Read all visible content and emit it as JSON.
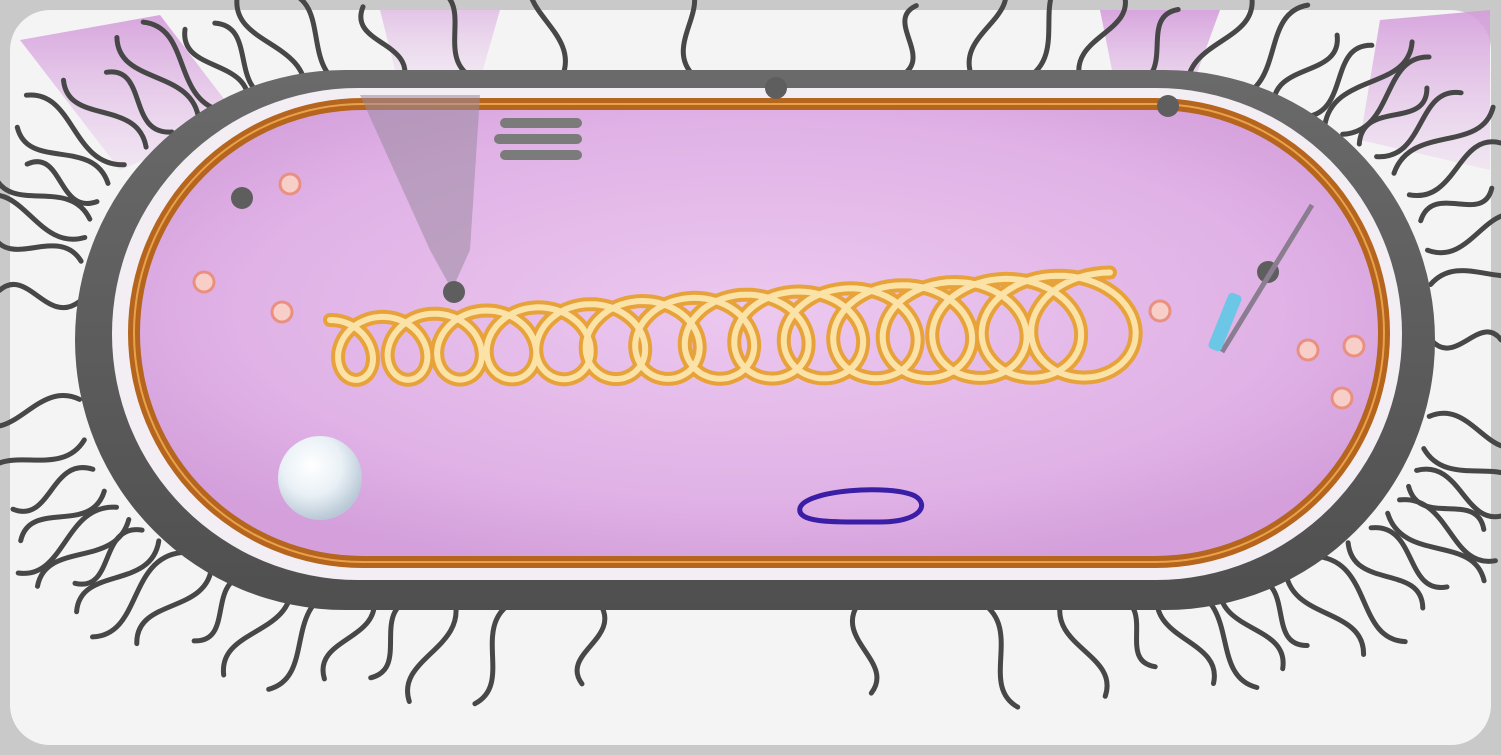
{
  "diagram": {
    "subject": "",
    "components": [
      "pili",
      "cell-wall",
      "cell-membrane",
      "cytoplasm",
      "nucleoid",
      "ribosomes",
      "plasmid",
      "storage-granule",
      "mesosome",
      "membrane-pore"
    ],
    "colors": {
      "backdrop": "#c9c9c9",
      "card": "#f4f4f4",
      "cytoplasm": "#e2b8e8",
      "wall": "#5d5d5d",
      "membrane": "#b5651d",
      "nucleoid": "#f0b548",
      "plasmid": "#3a1fa6",
      "ribosome": "#f4a59a",
      "pilus": "#474747",
      "beam": "#d7a7dd"
    }
  }
}
